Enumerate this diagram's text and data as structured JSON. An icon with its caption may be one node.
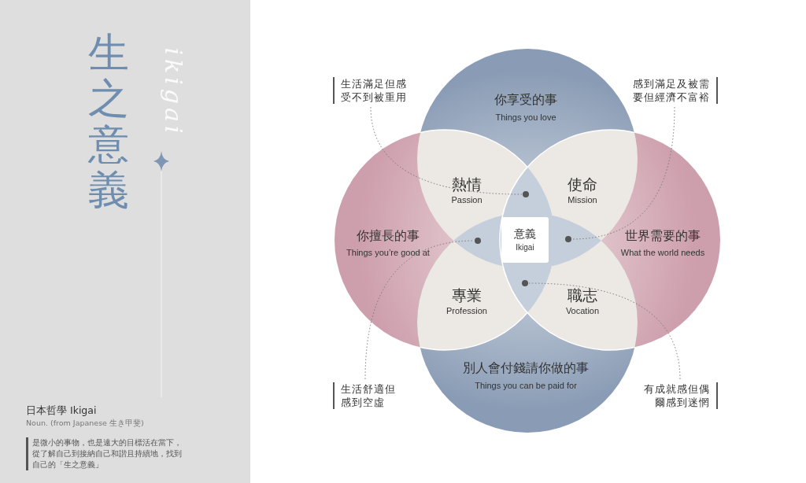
{
  "diagram": {
    "title": "生之意義",
    "nodes": [
      {
        "text": [
          "你享受的事",
          "Things you love"
        ]
      },
      {
        "text": [
          "你擅長的事",
          "Things you’re good at"
        ]
      },
      {
        "text": [
          "世界需要的事",
          "What the world needs"
        ]
      },
      {
        "text": [
          "別人會付錢請你做的事",
          "Things you can be paid for"
        ]
      },
      {
        "text": [
          "熱情",
          "Passion"
        ]
      },
      {
        "text": [
          "使命",
          "Mission"
        ]
      },
      {
        "text": [
          "專業",
          "Profession"
        ]
      },
      {
        "text": [
          "職志",
          "Vocation"
        ]
      },
      {
        "text": [
          "意義",
          "Ikigai"
        ]
      },
      {
        "text": [
          "生活滿足但感受不到被重用"
        ]
      },
      {
        "text": [],
        "shape": "circle"
      },
      {
        "text": [
          "感到滿足及被需要但經濟不富裕"
        ]
      },
      {
        "text": [],
        "shape": "circle"
      },
      {
        "text": [
          "生活舒適但感到空虛"
        ]
      },
      {
        "text": [],
        "shape": "circle"
      },
      {
        "text": [
          "有成就感但偶爾感到迷惘"
        ]
      },
      {
        "text": [],
        "shape": "circle"
      }
    ],
    "edges": [
      {
        "from": 9,
        "to": 10,
        "arrow": "none",
        "style": "dashed"
      },
      {
        "from": 11,
        "to": 12,
        "arrow": "none",
        "style": "dashed"
      },
      {
        "from": 13,
        "to": 14,
        "arrow": "none",
        "style": "dashed"
      },
      {
        "from": 15,
        "to": 16,
        "arrow": "none",
        "style": "dashed"
      }
    ],
    "labels": [
      "ikigai",
      "日本哲學 Ikigai",
      "Noun. (from Japanese 生き甲斐)",
      "是微小的事物，也是遠大的目標活在當下，從了解自己到接納自己和諧且持續地，找到自己的「生之意義」"
    ]
  }
}
